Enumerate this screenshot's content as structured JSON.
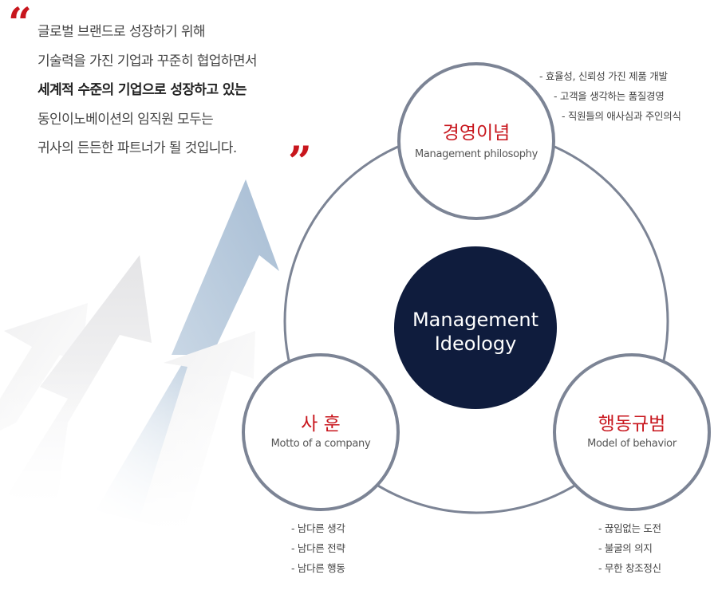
{
  "intro": {
    "quote_open": "“",
    "quote_close": "”",
    "lines": [
      "글로벌 브랜드로 성장하기 위해",
      "기술력을 가진 기업과 꾸준히 협업하면서",
      "세계적 수준의 기업으로 성장하고 있는",
      "동인이노베이션의 임직원 모두는",
      "귀사의 든든한 파트너가 될 것입니다."
    ]
  },
  "center": {
    "line1": "Management",
    "line2": "Ideology"
  },
  "nodes": {
    "philosophy": {
      "title": "경영이념",
      "subtitle": "Management philosophy",
      "bullets": [
        "- 효율성, 신뢰성 가진 제품 개발",
        "- 고객을 생각하는 품질경영",
        "- 직원들의 애사심과 주인의식"
      ]
    },
    "motto": {
      "title": "사 훈",
      "subtitle": "Motto of a company",
      "bullets": [
        "- 남다른 생각",
        "- 남다른 전략",
        "- 남다른 행동"
      ]
    },
    "behavior": {
      "title": "행동규범",
      "subtitle": "Model of behavior",
      "bullets": [
        "- 끊임없는 도전",
        "- 불굴의 의지",
        "- 무한 창조정신"
      ]
    }
  },
  "colors": {
    "accent": "#c8161d",
    "center_fill": "#0f1c3d",
    "ring": "#7c8495",
    "arrow_blue": "#a7bdd4"
  },
  "icons": {
    "arrows": "rising-arrows-graphic"
  }
}
